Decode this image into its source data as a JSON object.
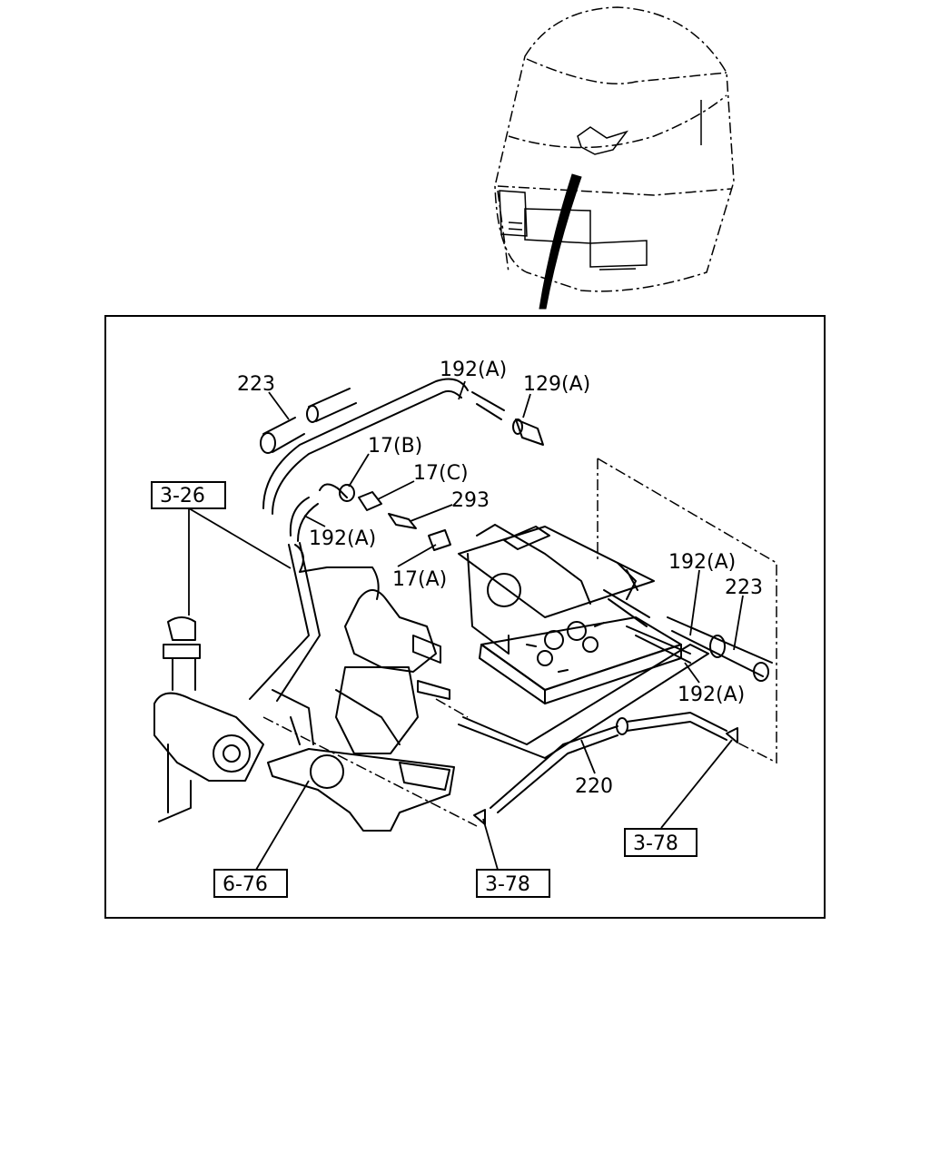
{
  "callouts": {
    "c223_top": "223",
    "c192a_top": "192(A)",
    "c129a": "129(A)",
    "c17b": "17(B)",
    "c17c": "17(C)",
    "c293": "293",
    "c192a_mid": "192(A)",
    "c17a": "17(A)",
    "c192a_right": "192(A)",
    "c223_right": "223",
    "c192a_lower": "192(A)",
    "c220": "220"
  },
  "refs": {
    "r3_26": "3-26",
    "r3_78_right": "3-78",
    "r3_78_bottom": "3-78",
    "r6_76": "6-76"
  }
}
